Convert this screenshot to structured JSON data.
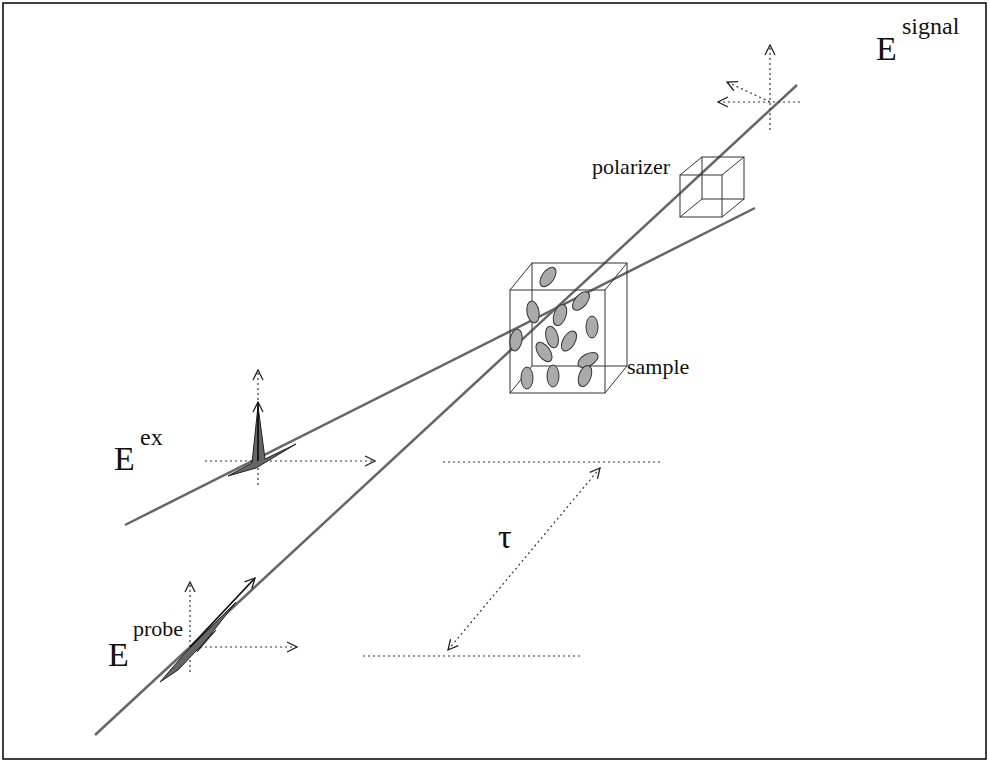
{
  "diagram": {
    "labels": [
      "E",
      "signal",
      "polarizer",
      "sample",
      "E",
      "ex",
      "τ",
      "E",
      "probe"
    ]
  }
}
